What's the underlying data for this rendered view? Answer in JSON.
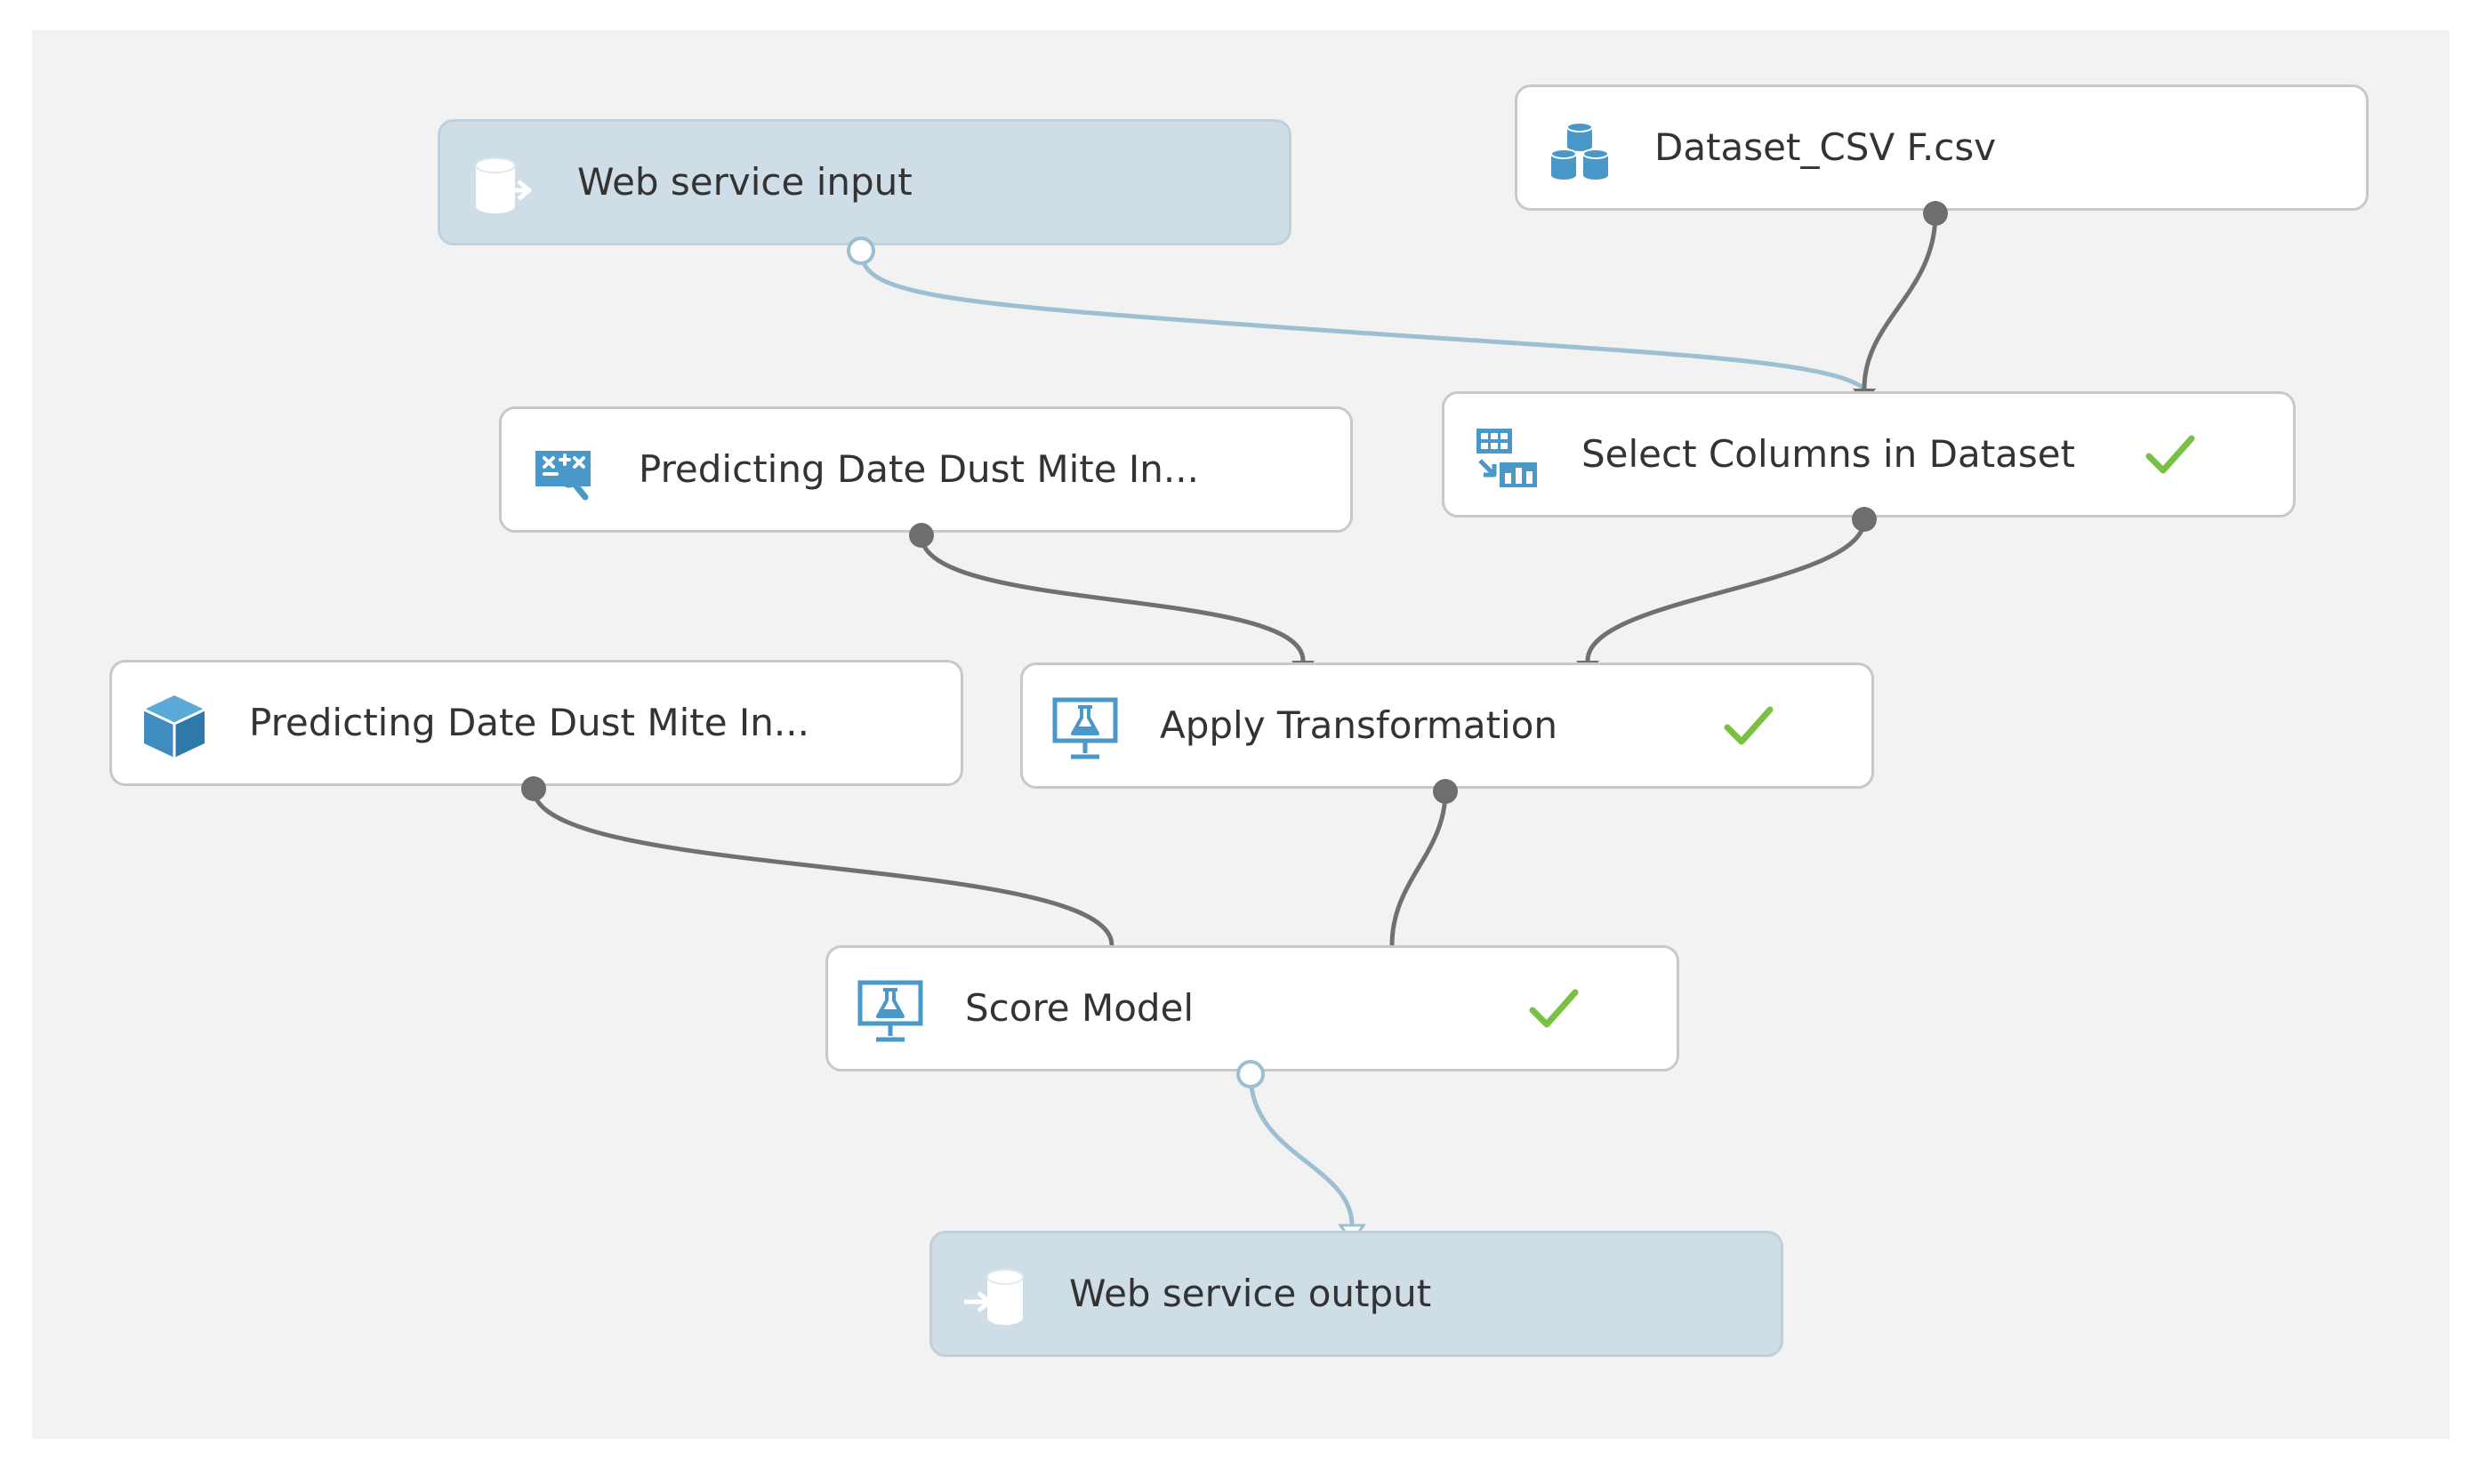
{
  "canvas": {
    "background": "#f2f2f2",
    "wire_color": "#707070",
    "service_wire_color": "#9cbfd2",
    "check_color": "#7ac143",
    "icon_color": "#4a97c9"
  },
  "nodes": {
    "web_service_input": {
      "label": "Web service input",
      "icon": "web-service-input-icon"
    },
    "dataset_csv": {
      "label": "Dataset_CSV F.csv",
      "icon": "dataset-icon"
    },
    "predicting_transform": {
      "label": "Predicting Date Dust Mite In...",
      "icon": "transformation-icon"
    },
    "select_columns": {
      "label": "Select Columns in Dataset",
      "icon": "select-columns-icon",
      "status": "completed"
    },
    "predicting_model": {
      "label": "Predicting Date Dust Mite In...",
      "icon": "trained-model-icon"
    },
    "apply_transformation": {
      "label": "Apply Transformation",
      "icon": "apply-transformation-icon",
      "status": "completed"
    },
    "score_model": {
      "label": "Score Model",
      "icon": "score-model-icon",
      "status": "completed"
    },
    "web_service_output": {
      "label": "Web service output",
      "icon": "web-service-output-icon"
    }
  },
  "connections": [
    {
      "from": "web_service_input",
      "to": "select_columns",
      "kind": "web-service"
    },
    {
      "from": "dataset_csv",
      "to": "select_columns",
      "kind": "data"
    },
    {
      "from": "predicting_transform",
      "to": "apply_transformation",
      "kind": "data"
    },
    {
      "from": "select_columns",
      "to": "apply_transformation",
      "kind": "data"
    },
    {
      "from": "predicting_model",
      "to": "score_model",
      "kind": "data"
    },
    {
      "from": "apply_transformation",
      "to": "score_model",
      "kind": "data"
    },
    {
      "from": "score_model",
      "to": "web_service_output",
      "kind": "web-service"
    }
  ]
}
